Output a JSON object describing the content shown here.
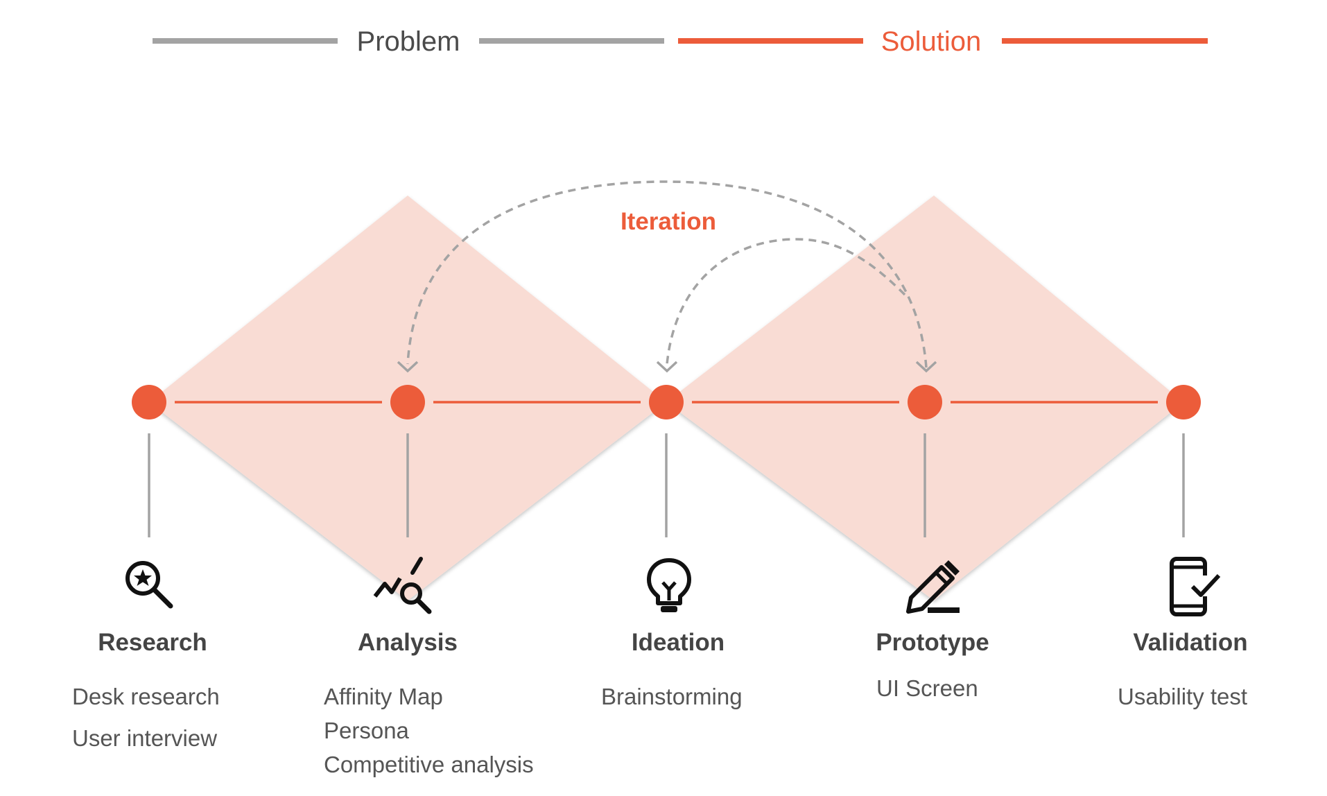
{
  "header": {
    "problem_label": "Problem",
    "solution_label": "Solution",
    "problem_color": "#a3a3a3",
    "solution_color": "#ec5c3a"
  },
  "iteration_label": "Iteration",
  "colors": {
    "accent": "#ec5c3a",
    "diamond_fill": "#f9dcd4",
    "connector_gray": "#a3a3a3",
    "title_text": "#444444",
    "body_text": "#555555"
  },
  "stages": [
    {
      "title": "Research",
      "icon": "search-star-icon",
      "methods": [
        "Desk research",
        "User interview"
      ]
    },
    {
      "title": "Analysis",
      "icon": "chart-search-icon",
      "methods": [
        "Affinity Map",
        "Persona",
        "Competitive analysis"
      ]
    },
    {
      "title": "Ideation",
      "icon": "lightbulb-icon",
      "methods": [
        "Brainstorming"
      ]
    },
    {
      "title": "Prototype",
      "icon": "pencil-icon",
      "methods": [
        "UI Screen"
      ]
    },
    {
      "title": "Validation",
      "icon": "phone-check-icon",
      "methods": [
        "Usability test"
      ]
    }
  ]
}
